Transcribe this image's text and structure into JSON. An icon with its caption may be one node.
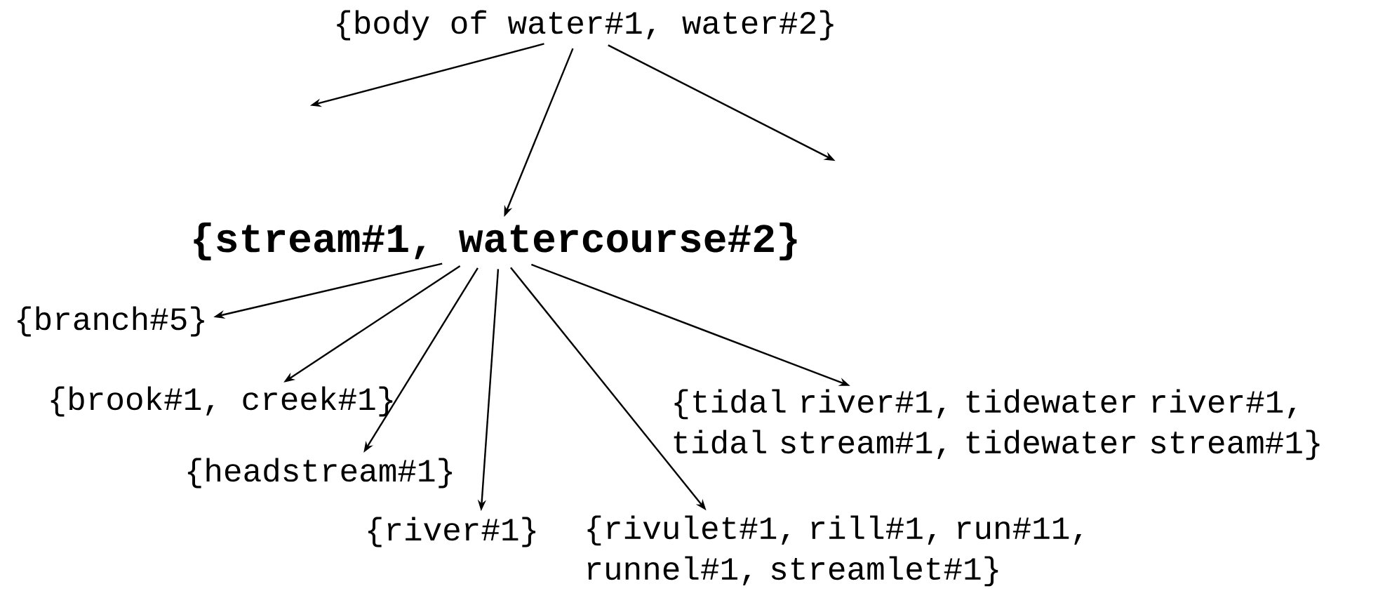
{
  "diagram": {
    "nodes": [
      {
        "text": [
          "{body of water#1, water#2}"
        ]
      },
      {
        "text": [
          "{stream#1, watercourse#2}"
        ]
      },
      {
        "text": [
          "{branch#5}"
        ]
      },
      {
        "text": [
          "{brook#1, creek#1}"
        ]
      },
      {
        "text": [
          "{headstream#1}"
        ]
      },
      {
        "text": [
          "{river#1}"
        ]
      },
      {
        "text": [
          "{rivulet#1, rill#1, run#11, runnel#1, streamlet#1}"
        ]
      },
      {
        "text": [
          "{tidal river#1, tidewater river#1, tidal stream#1, tidewater stream#1}"
        ]
      }
    ],
    "edges": [
      {
        "from": 0,
        "to": null,
        "arrow": "to"
      },
      {
        "from": 0,
        "to": 1,
        "arrow": "to"
      },
      {
        "from": 0,
        "to": null,
        "arrow": "to"
      },
      {
        "from": 1,
        "to": 2,
        "arrow": "to"
      },
      {
        "from": 1,
        "to": 3,
        "arrow": "to"
      },
      {
        "from": 1,
        "to": 4,
        "arrow": "to"
      },
      {
        "from": 1,
        "to": 5,
        "arrow": "to"
      },
      {
        "from": 1,
        "to": 6,
        "arrow": "to"
      },
      {
        "from": 1,
        "to": 7,
        "arrow": "to"
      }
    ]
  }
}
